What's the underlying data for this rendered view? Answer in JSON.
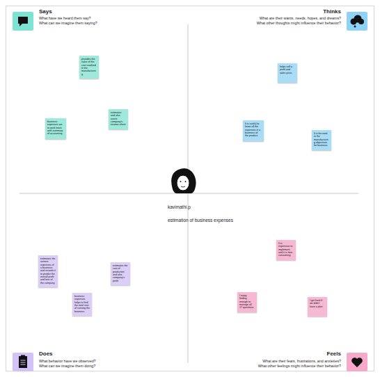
{
  "diagram": {
    "nodes": [
      {
        "text": [
          "provides the value of the cost involved in the manufacturing"
        ]
      },
      {
        "text": [
          "estimates and also assist company's income sheet"
        ]
      },
      {
        "text": [
          "business expenses are to work more with summary of accounting"
        ]
      },
      {
        "text": [
          "helps sell a profit and sales price."
        ]
      },
      {
        "text": [
          "It is useful to know all the expenses in a business of the product."
        ]
      },
      {
        "text": [
          "It is focused in the manufacturing objectives for business"
        ]
      },
      {
        "text": [
          "estimates the various expenses of a business and records it to predict the overall profit and loss of the company"
        ]
      },
      {
        "text": [
          "estimates the cost of production and also company's profit"
        ]
      },
      {
        "text": [
          "business expenses helps to find the total cost of running the business"
        ]
      },
      {
        "text": [
          "It is expensive to implement and it is time consuming"
        ]
      },
      {
        "text": [
          "I enjoy finding enough to manage all 17 questions"
        ]
      },
      {
        "text": [
          "I get hard if we didn't have a plan"
        ]
      }
    ],
    "labels": [
      "Says",
      "What have we heard them say?",
      "What can we imagine them saying?",
      "Thinks",
      "What are their wants, needs, hopes, and dreams?",
      "What other thoughts might influence their behavior?",
      "Does",
      "What behavior have we observed?",
      "What can we imagine them doing?",
      "Feels",
      "What are their fears, frustrations, and anxieties?",
      "What other feelings might influence their behavior?",
      "kavimathi.p",
      "estimation of business expenses"
    ]
  }
}
